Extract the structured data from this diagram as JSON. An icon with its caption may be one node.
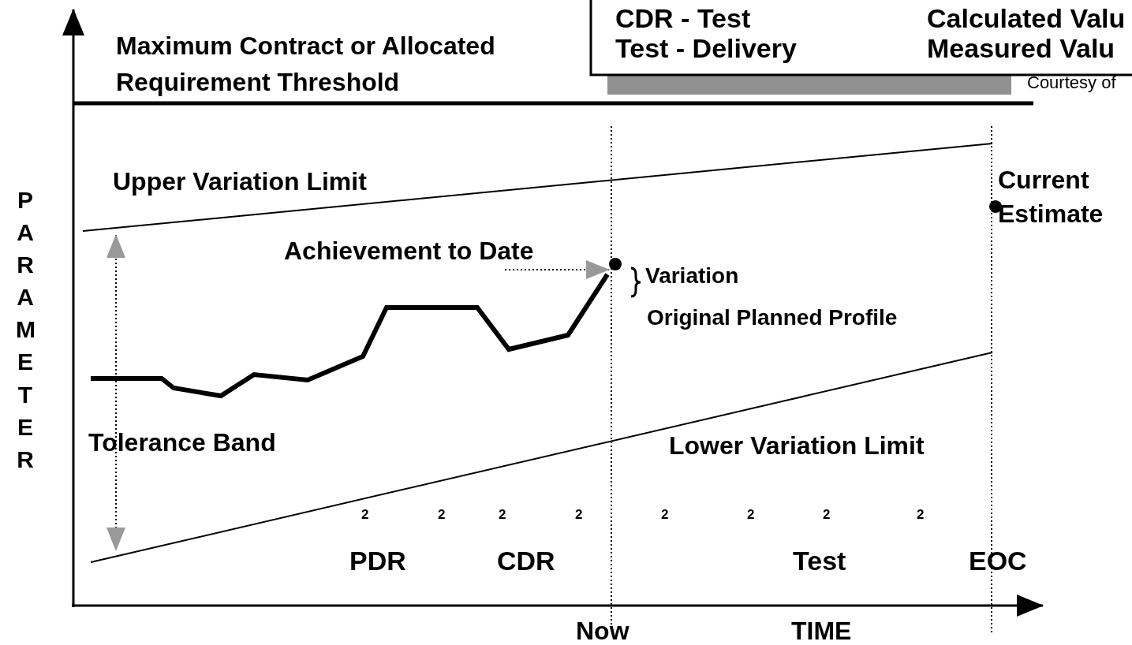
{
  "diagram": {
    "nodes": [
      {
        "text": [
          "Achievement to Date"
        ]
      },
      {
        "text": [],
        "shape": "circle"
      }
    ],
    "edges": [
      {
        "from": 0,
        "to": 1,
        "arrow": "to",
        "style": "dashed"
      }
    ],
    "labels": [
      "CDR - Test",
      "Calculated Valu",
      "Test - Delivery",
      "Measured Valu",
      "Courtesy of",
      "Maximum Contract or Allocated Requirement Threshold",
      "Upper Variation Limit",
      "Current Estimate",
      "PARAMETER",
      "Variation",
      "Original Planned Profile",
      "Tolerance Band",
      "Lower Variation Limit",
      "2",
      "2",
      "2",
      "2",
      "2",
      "2",
      "2",
      "2",
      "PDR",
      "CDR",
      "Test",
      "EOC",
      "Now",
      "TIME"
    ]
  }
}
